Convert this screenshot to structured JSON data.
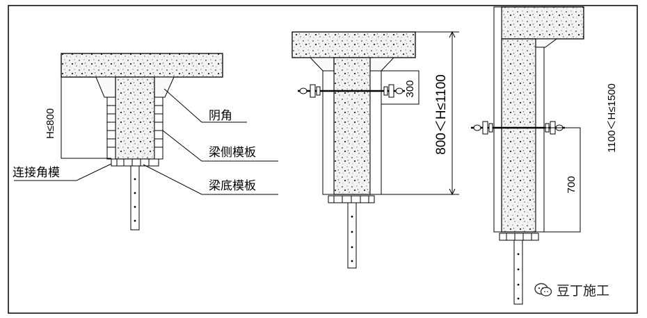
{
  "labels": {
    "yin_jiao": "阴角",
    "liang_ce_muban": "梁侧模板",
    "lian_jie_jiao_mo": "连接角模",
    "liang_di_muban": "梁底模板"
  },
  "dimensions": {
    "d1": "H≤800",
    "d2_range": "800＜H≤1100",
    "d2_bolt": "300",
    "d3_range": "1100＜H≤1500",
    "d3_bolt": "700"
  },
  "watermark": {
    "text": "豆丁施工",
    "icon": "wechat-bubble-icon"
  },
  "colors": {
    "line": "#000000",
    "concrete": "#f2f2f2",
    "background": "#ffffff"
  }
}
